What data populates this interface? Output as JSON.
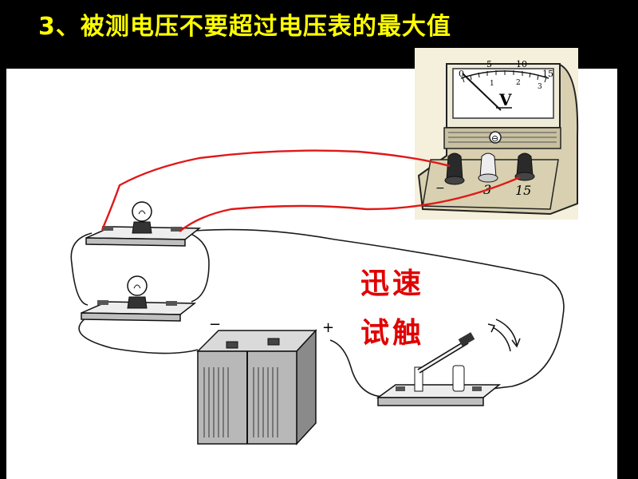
{
  "slide": {
    "title": "3、被测电压不要超过电压表的最大值",
    "title_color": "#FFFF00",
    "background": "#000000"
  },
  "voltmeter": {
    "unit_symbol": "V",
    "upper_scale": [
      "0",
      "5",
      "10",
      "15"
    ],
    "lower_scale": [
      "1",
      "2",
      "3"
    ],
    "terminal_labels": [
      "−",
      "3",
      "15"
    ],
    "center_symbol": "⊖"
  },
  "battery": {
    "negative_label": "−",
    "positive_label": "+"
  },
  "annotation": {
    "line1": "迅速",
    "line2": "试触",
    "color": "#E00000"
  },
  "wire_colors": {
    "meter_wires": "#E01818",
    "circuit_wires": "#1A1A1A"
  }
}
